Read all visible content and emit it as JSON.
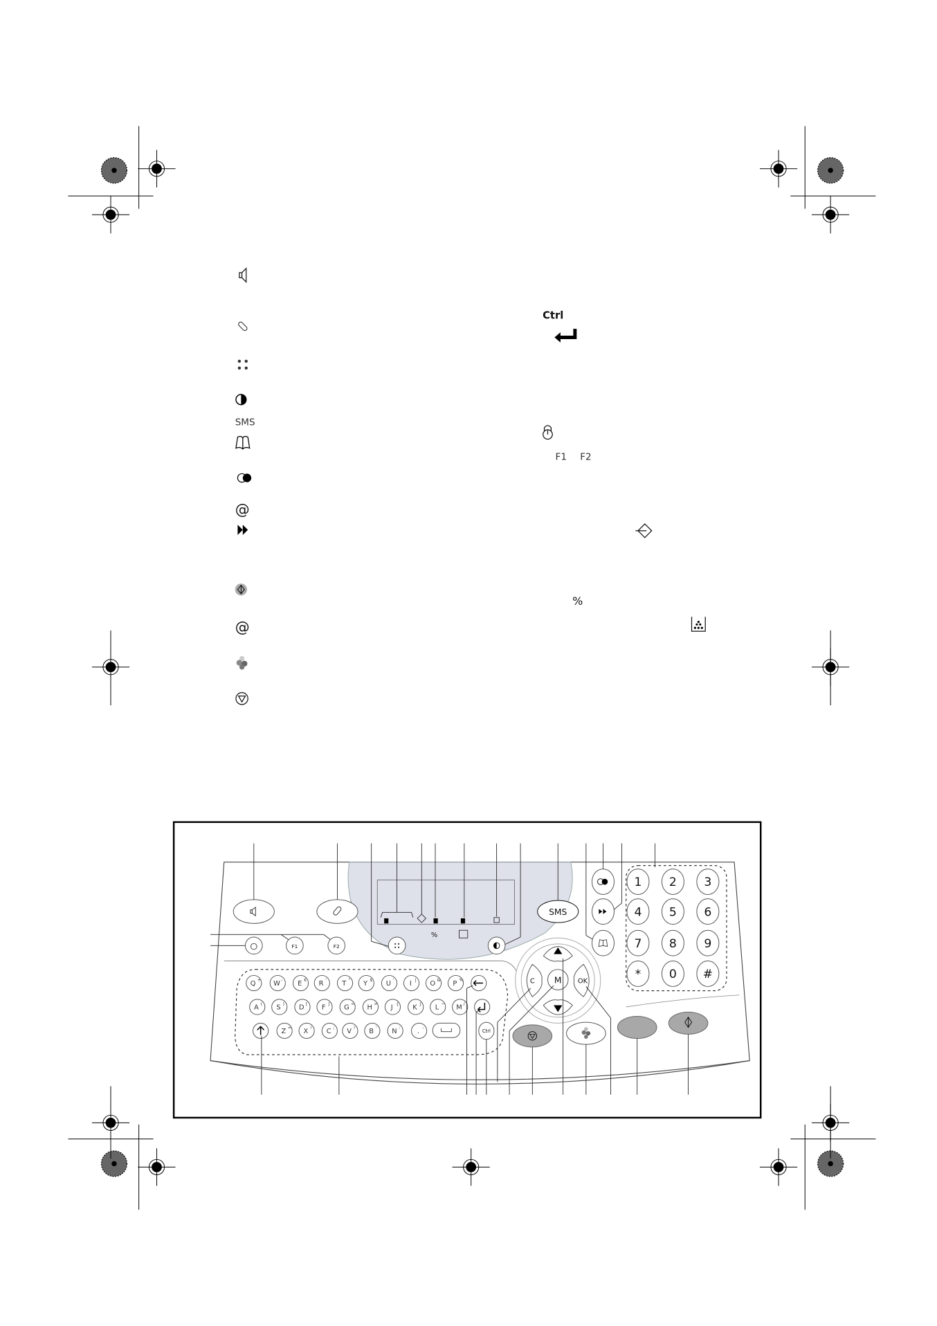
{
  "legend_left": {
    "sms_label": "SMS"
  },
  "legend_right": {
    "ctrl_label": "Ctrl",
    "f1_label": "F1",
    "f2_label": "F2"
  },
  "diagram": {
    "sms_label": "SMS",
    "f1_label": "F1",
    "f2_label": "F2",
    "ctrl_label": "Ctrl",
    "nav": {
      "clear": "C",
      "menu": "M",
      "ok": "OK"
    },
    "keypad": [
      "1",
      "2",
      "3",
      "4",
      "5",
      "6",
      "7",
      "8",
      "9",
      "*",
      "0",
      "#"
    ],
    "keyboard_row1": [
      [
        "Q",
        "+"
      ],
      [
        "W",
        "-"
      ],
      [
        "E",
        "€"
      ],
      [
        "R",
        "'"
      ],
      [
        "T",
        "\""
      ],
      [
        "Y",
        "$"
      ],
      [
        "U",
        "'"
      ],
      [
        "I",
        "|"
      ],
      [
        "O",
        "&"
      ],
      [
        "P",
        "%"
      ]
    ],
    "keyboard_row2": [
      [
        "A",
        "("
      ],
      [
        "S",
        ")"
      ],
      [
        "D",
        "["
      ],
      [
        "F",
        "]"
      ],
      [
        "G",
        "<"
      ],
      [
        "H",
        ">"
      ],
      [
        "J",
        "{"
      ],
      [
        "K",
        "}"
      ],
      [
        "L",
        "~"
      ],
      [
        "M",
        "/"
      ]
    ],
    "keyboard_row3": [
      [
        "Z",
        "="
      ],
      [
        "X",
        "!"
      ],
      [
        "C",
        ";"
      ],
      [
        "V",
        "!"
      ],
      [
        "B",
        "'"
      ],
      [
        "N",
        ":"
      ],
      [
        ".",
        "-"
      ]
    ]
  },
  "colors": {
    "panel_display": "#dfe1ea",
    "gray_button": "#a8a8a8"
  }
}
